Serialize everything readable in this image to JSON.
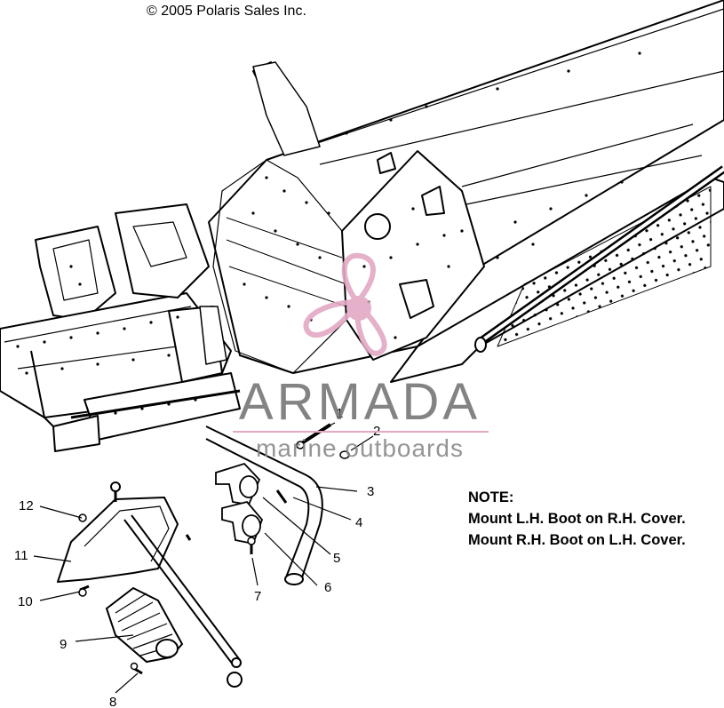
{
  "copyright": "© 2005 Polaris Sales Inc.",
  "watermark": {
    "brand": "ARMADA",
    "tagline": "marine outboards",
    "logo": "propeller-logo",
    "colors": {
      "brand_gray": "#6e6e6e",
      "tagline_gray": "#8a8a8a",
      "logo_pink": "#e3a8c4"
    }
  },
  "note": {
    "title": "NOTE:",
    "lines": [
      "Mount L.H. Boot on R.H. Cover.",
      "Mount R.H. Boot on L.H. Cover."
    ]
  },
  "callouts": [
    "1",
    "2",
    "3",
    "4",
    "5",
    "6",
    "7",
    "8",
    "9",
    "10",
    "11",
    "12"
  ]
}
